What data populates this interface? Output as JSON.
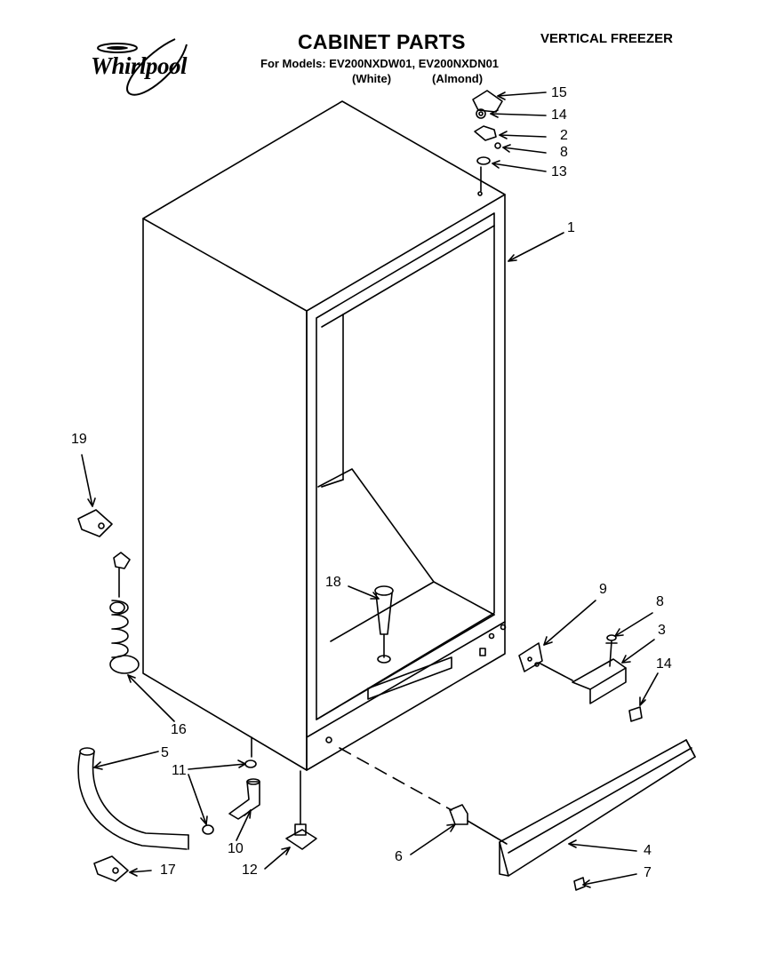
{
  "header": {
    "brand": "Whirlpool",
    "title": "CABINET PARTS",
    "subtitle": "VERTICAL FREEZER",
    "models": "For Models: EV200NXDW01, EV200NXDN01",
    "variants": [
      "(White)",
      "(Almond)"
    ]
  },
  "callouts": [
    {
      "id": "15",
      "label": "15"
    },
    {
      "id": "14a",
      "label": "14"
    },
    {
      "id": "2",
      "label": "2"
    },
    {
      "id": "8a",
      "label": "8"
    },
    {
      "id": "13",
      "label": "13"
    },
    {
      "id": "1",
      "label": "1"
    },
    {
      "id": "19",
      "label": "19"
    },
    {
      "id": "18",
      "label": "18"
    },
    {
      "id": "9",
      "label": "9"
    },
    {
      "id": "8b",
      "label": "8"
    },
    {
      "id": "3",
      "label": "3"
    },
    {
      "id": "14b",
      "label": "14"
    },
    {
      "id": "16",
      "label": "16"
    },
    {
      "id": "5",
      "label": "5"
    },
    {
      "id": "11",
      "label": "11"
    },
    {
      "id": "10",
      "label": "10"
    },
    {
      "id": "12",
      "label": "12"
    },
    {
      "id": "6",
      "label": "6"
    },
    {
      "id": "4",
      "label": "4"
    },
    {
      "id": "7",
      "label": "7"
    },
    {
      "id": "17",
      "label": "17"
    }
  ]
}
